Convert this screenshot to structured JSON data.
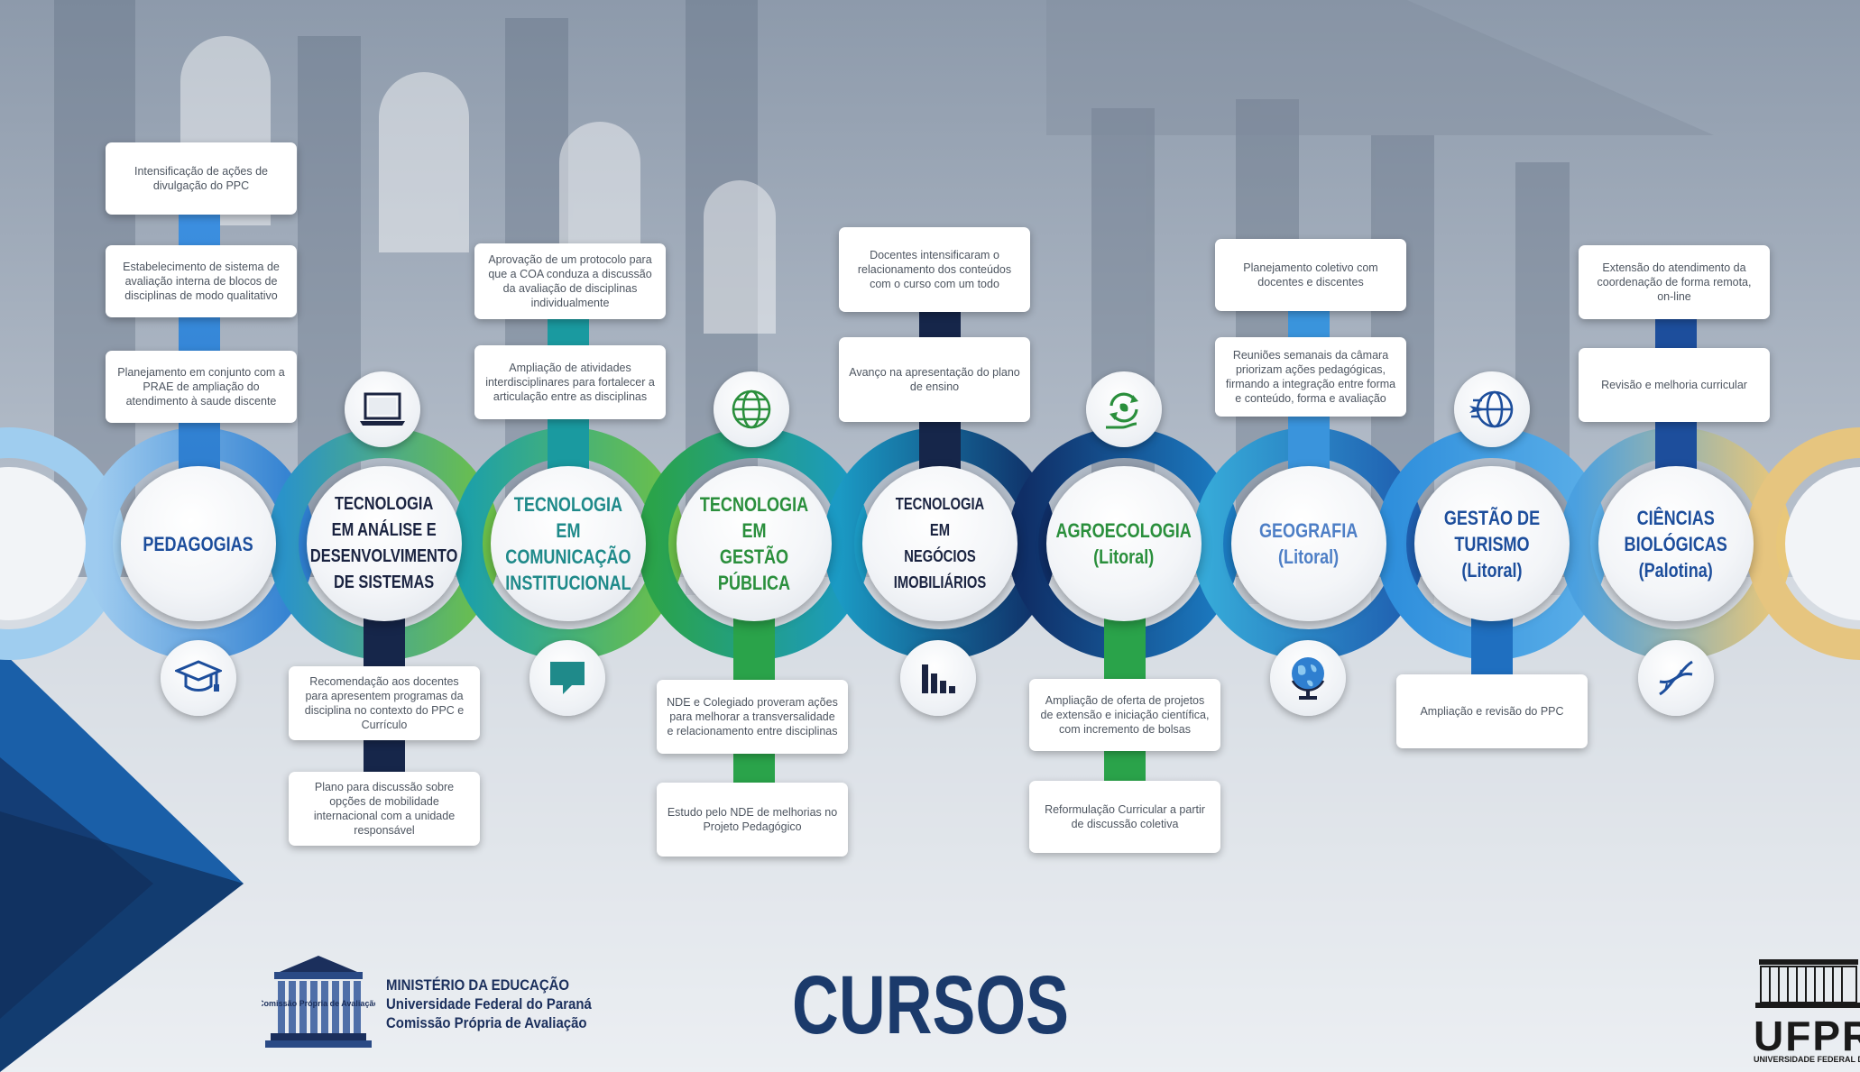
{
  "title": "CURSOS",
  "institution": {
    "line1": "MINISTÉRIO DA EDUCAÇÃO",
    "line2": "Universidade Federal do Paraná",
    "line3": "Comissão Própria de Avaliação",
    "cpa_logo_text": "Comissão Própria de Avaliação",
    "ufpr_logo_label": "UFPR",
    "ufpr_logo_sub": "UNIVERSIDADE FEDERAL DO PARANÁ"
  },
  "courses": [
    {
      "name": "PEDAGOGIAS",
      "icon": "graduation-cap-icon",
      "color": "#1d4e9c",
      "actions": [
        "Intensificação de ações de divulgação do PPC",
        "Estabelecimento de sistema de avaliação interna de blocos de disciplinas de modo qualitativo",
        "Planejamento em conjunto com a PRAE de ampliação do atendimento à saude discente"
      ]
    },
    {
      "name": "TECNOLOGIA\nEM ANÁLISE E\nDESENVOLVIMENTO\nDE SISTEMAS",
      "icon": "laptop-icon",
      "color": "#1a2340",
      "actions": [
        "Recomendação aos docentes para apresentem programas da disciplina no contexto do PPC e Currículo",
        "Plano para discussão sobre opções de mobilidade internacional com a unidade responsável"
      ]
    },
    {
      "name": "TECNOLOGIA EM\nCOMUNICAÇÃO\nINSTITUCIONAL",
      "icon": "chat-icon",
      "color": "#1f8a8a",
      "actions": [
        "Aprovação de um protocolo para que a COA conduza a discussão da avaliação de disciplinas individualmente",
        "Ampliação de atividades interdisciplinares para fortalecer a articulação entre as disciplinas"
      ]
    },
    {
      "name": "TECNOLOGIA EM\nGESTÃO PÚBLICA",
      "icon": "globe-icon",
      "color": "#2a8f3c",
      "actions": [
        "NDE e Colegiado proveram ações para melhorar a transversalidade e relacionamento entre disciplinas",
        "Estudo pelo NDE de melhorias no Projeto Pedagógico"
      ]
    },
    {
      "name": "TECNOLOGIA EM\nNEGÓCIOS IMOBILIÁRIOS",
      "icon": "bar-chart-icon",
      "color": "#1a2340",
      "actions": [
        "Docentes intensificaram o relacionamento dos conteúdos com o curso com um todo",
        "Avanço na apresentação do plano de ensino"
      ]
    },
    {
      "name": "AGROECOLOGIA\n(Litoral)",
      "icon": "recycle-hand-icon",
      "color": "#2a8f3c",
      "actions": [
        "Ampliação de oferta de projetos de extensão e iniciação científica, com incremento de bolsas",
        "Reformulação Curricular a partir de discussão coletiva"
      ]
    },
    {
      "name": "GEOGRAFIA\n(Litoral)",
      "icon": "world-globe-icon",
      "color": "#4e7fc6",
      "actions": [
        "Planejamento coletivo com docentes e discentes",
        "Reuniões semanais da câmara priorizam ações pedagógicas, firmando a integração entre forma e conteúdo, forma e avaliação"
      ]
    },
    {
      "name": "GESTÃO DE TURISMO\n(Litoral)",
      "icon": "airplane-globe-icon",
      "color": "#1d4e9c",
      "actions": [
        "Ampliação e revisão do PPC"
      ]
    },
    {
      "name": "CIÊNCIAS\nBIOLÓGICAS\n(Palotina)",
      "icon": "dna-icon",
      "color": "#1d4e9c",
      "actions": [
        "Extensão do atendimento da coordenação de forma remota, on-line",
        "Revisão e melhoria curricular"
      ]
    }
  ]
}
